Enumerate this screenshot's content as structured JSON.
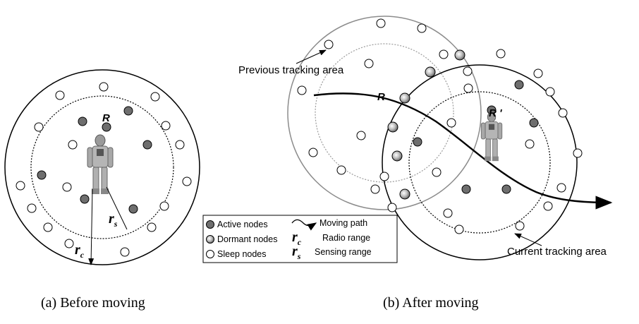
{
  "captions": {
    "before": "(a) Before moving",
    "after": "(b) After moving"
  },
  "labels": {
    "robot_before": "R",
    "robot_prev": "R",
    "robot_current": "R '",
    "sensing_symbol": "r",
    "sensing_sub": "s",
    "radio_symbol": "r",
    "radio_sub": "c",
    "previous_area": "Previous tracking area",
    "current_area": "Current tracking area"
  },
  "legend": {
    "active": "Active nodes",
    "dormant": "Dormant nodes",
    "sleep": "Sleep nodes",
    "path": "Moving path",
    "radio_symbol": "r",
    "radio_sub": "c",
    "radio": "Radio range",
    "sensing_symbol": "r",
    "sensing_sub": "s",
    "sensing": "Sensing range"
  },
  "colors": {
    "active": "#6e6e6e",
    "dormant": "#b8b8b8",
    "sleep": "#ffffff",
    "line": "#000000",
    "prev_circle": "#8c8c8c"
  }
}
